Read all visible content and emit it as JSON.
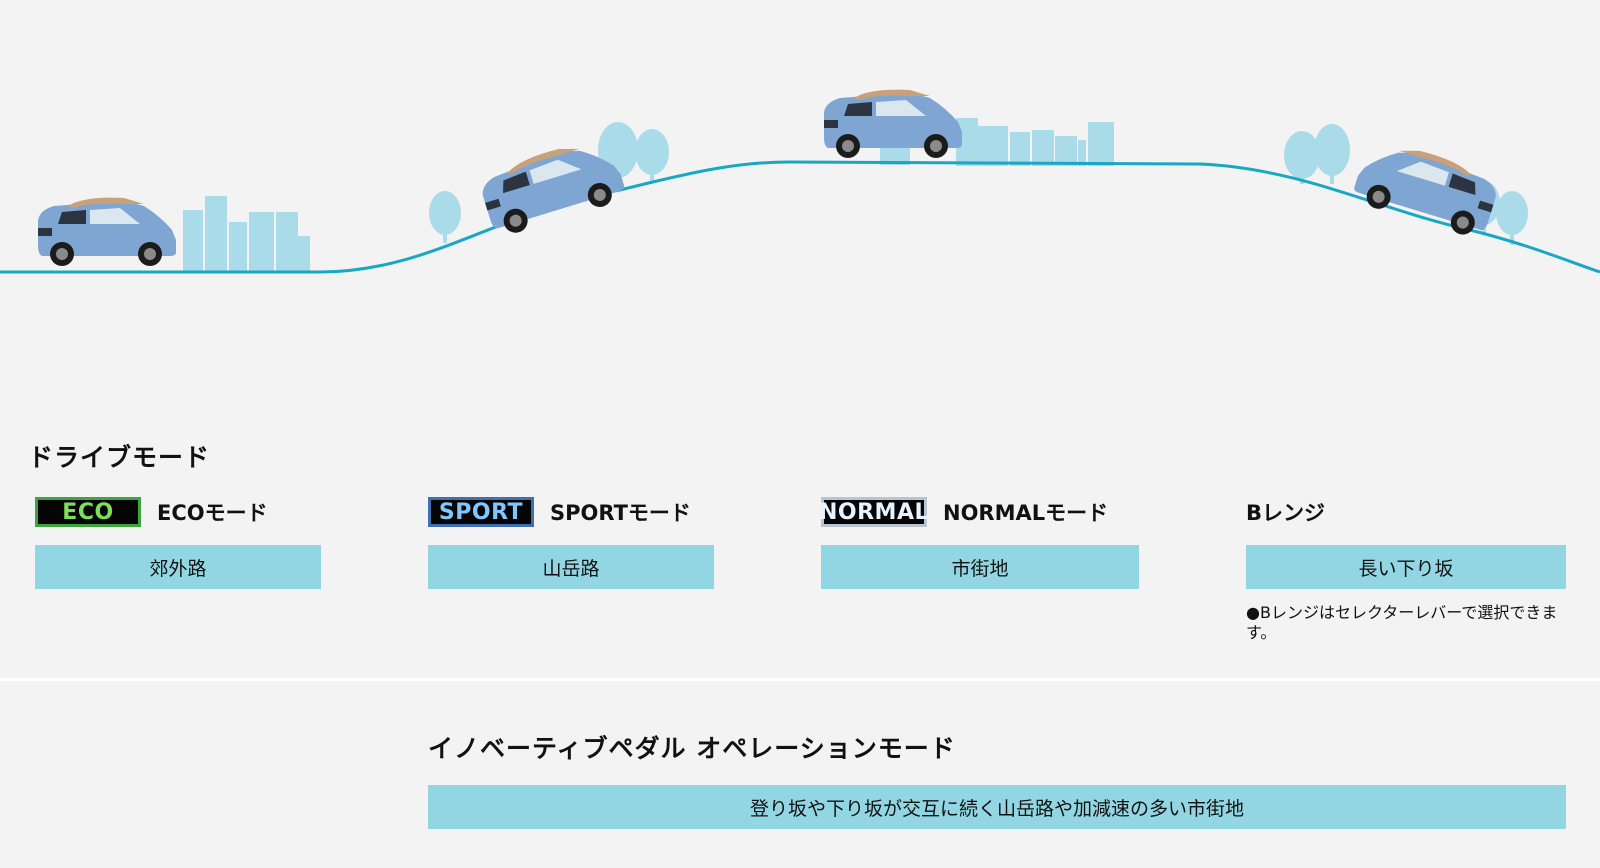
{
  "drive_section": {
    "title": "ドライブモード",
    "modes": [
      {
        "badge": "ECO",
        "label": "ECOモード",
        "usage": "郊外路"
      },
      {
        "badge": "SPORT",
        "label": "SPORTモード",
        "usage": "山岳路"
      },
      {
        "badge": "NORMAL",
        "label": "NORMALモード",
        "usage": "市街地"
      },
      {
        "badge": "",
        "label": "Bレンジ",
        "usage": "長い下り坂"
      }
    ],
    "b_range_note": "●Bレンジはセレクターレバーで選択できます。"
  },
  "pedal_section": {
    "title": "イノベーティブペダル オペレーションモード",
    "usage": "登り坂や下り坂が交互に続く山岳路や加減速の多い市街地"
  },
  "colors": {
    "road_line": "#1aa7c4",
    "scenery": "#a9dbe8",
    "usage_bar": "#93d6e3",
    "car_body": "#7fa6d3",
    "car_roof": "#c8a07a"
  }
}
